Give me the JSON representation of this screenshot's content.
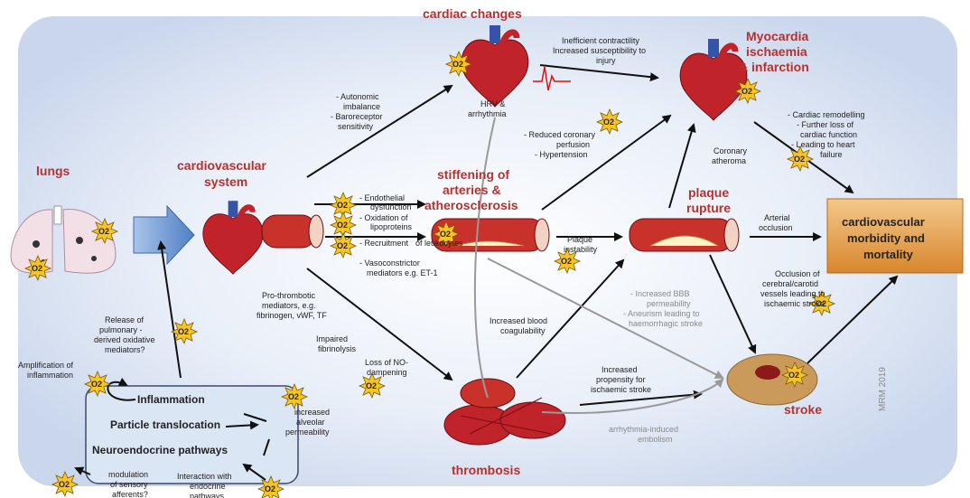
{
  "titles": {
    "cardiac_changes": "cardiac changes",
    "myocardia_1": "Myocardia",
    "myocardia_2": "ischaemia",
    "myocardia_3": "& infarction",
    "lungs": "lungs",
    "cv_system_1": "cardiovascular",
    "cv_system_2": "system",
    "stiffening_1": "stiffening of",
    "stiffening_2": "arteries &",
    "stiffening_3": "atherosclerosis",
    "plaque_1": "plaque",
    "plaque_2": "rupture",
    "thrombosis": "thrombosis",
    "stroke": "stroke",
    "outcome_1": "cardiovascular",
    "outcome_2": "morbidity and",
    "outcome_3": "mortality"
  },
  "box": {
    "inflammation": "Inflammation",
    "particle": "Particle translocation",
    "neuro": "Neuroendocrine pathways"
  },
  "labels": {
    "autonomic_1": "- Autonomic",
    "autonomic_2": "imbalance",
    "autonomic_3": "- Baroreceptor",
    "autonomic_4": "sensitivity",
    "hrv_1": "HRV &",
    "hrv_2": "arrhythmia",
    "ineff_1": "Inefficient contractility",
    "ineff_2": "Increased susceptibility to",
    "ineff_3": "injury",
    "reduced_1": "- Reduced coronary",
    "reduced_2": "perfusion",
    "reduced_3": "- Hypertension",
    "coronary_1": "Coronary",
    "coronary_2": "atheroma",
    "remodel_1": "- Cardiac remodelling",
    "remodel_2": "- Further loss of",
    "remodel_3": "cardiac function",
    "remodel_4": "- Leading to heart",
    "remodel_5": "failure",
    "endo_1": "- Endothelial",
    "endo_2": "dysfunction",
    "endo_3": "- Oxidation of",
    "endo_4": "lipoproteins",
    "endo_5": "- Recruitment",
    "endo_6": "of leukocytes",
    "endo_7": "- Vasoconstrictor",
    "endo_8": "mediators e.g. ET-1",
    "plaque_inst_1": "Plaque",
    "plaque_inst_2": "instability",
    "arterial_1": "Arterial",
    "arterial_2": "occlusion",
    "occl_1": "Occlusion of",
    "occl_2": "cerebral/carotid",
    "occl_3": "vessels leading to",
    "occl_4": "ischaemic stroke",
    "bbb_1": "- Increased BBB",
    "bbb_2": "permeability",
    "bbb_3": "- Aneurism leading to",
    "bbb_4": "haemorrhagic stroke",
    "prothrom_1": "Pro-thrombotic",
    "prothrom_2": "mediators, e.g.",
    "prothrom_3": "fibrinogen, vWF, TF",
    "coag_1": "Increased blood",
    "coag_2": "coagulability",
    "release_1": "Release of",
    "release_2": "pulmonary -",
    "release_3": "derived oxidative",
    "release_4": "mediators?",
    "impaired_1": "Impaired",
    "impaired_2": "fibrinolysis",
    "lossno_1": "Loss of NO-",
    "lossno_2": "dampening",
    "propensity_1": "Increased",
    "propensity_2": "propensity for",
    "propensity_3": "ischaemic stroke",
    "amp_1": "Amplification of",
    "amp_2": "inflammation",
    "alv_1": "increased",
    "alv_2": "alveolar",
    "alv_3": "permeability",
    "embol_1": "arrhythmia-induced",
    "embol_2": "embolism",
    "mod_1": "modulation",
    "mod_2": "of sensory",
    "mod_3": "afferents?",
    "inter_1": "Interaction with",
    "inter_2": "endocrine",
    "inter_3": "pathways",
    "signature": "MRM 2019",
    "o2": "O2"
  },
  "colors": {
    "title_red": "#b5322f",
    "outcome_fill": "#e3a04e",
    "box_fill": "#dbe6f5",
    "box_border": "#3c4a6b",
    "arrow_blue": "#5b86c9",
    "o2_yellow": "#f7c325"
  }
}
